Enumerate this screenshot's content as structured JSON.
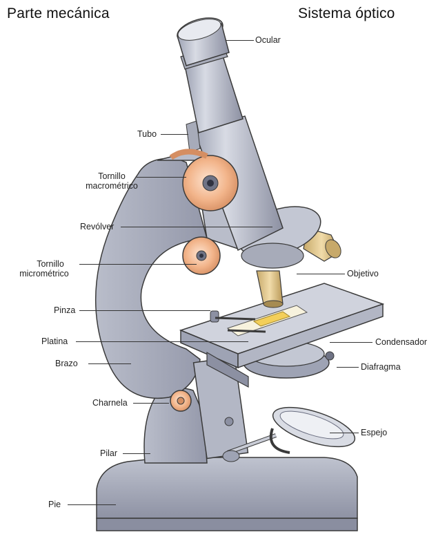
{
  "header": {
    "left": "Parte mecánica",
    "right": "Sistema óptico"
  },
  "labels": {
    "ocular": "Ocular",
    "tubo": "Tubo",
    "tornillo_macro_1": "Tornillo",
    "tornillo_macro_2": "macrométrico",
    "revolver": "Revólver",
    "tornillo_micro_1": "Tornillo",
    "tornillo_micro_2": "micrométrico",
    "objetivo": "Objetivo",
    "pinza": "Pinza",
    "platina": "Platina",
    "condensador": "Condensador",
    "brazo": "Brazo",
    "diafragma": "Diafragma",
    "charnela": "Charnela",
    "espejo": "Espejo",
    "pilar": "Pilar",
    "pie": "Pie"
  },
  "colors": {
    "metal_light": "#c9ccd6",
    "metal_mid": "#a7abb9",
    "metal_dark": "#7d8192",
    "outline": "#3a3a3a",
    "knob": "#f0b48a",
    "objective": "#e2c98f",
    "slide": "#f3cf5a"
  }
}
